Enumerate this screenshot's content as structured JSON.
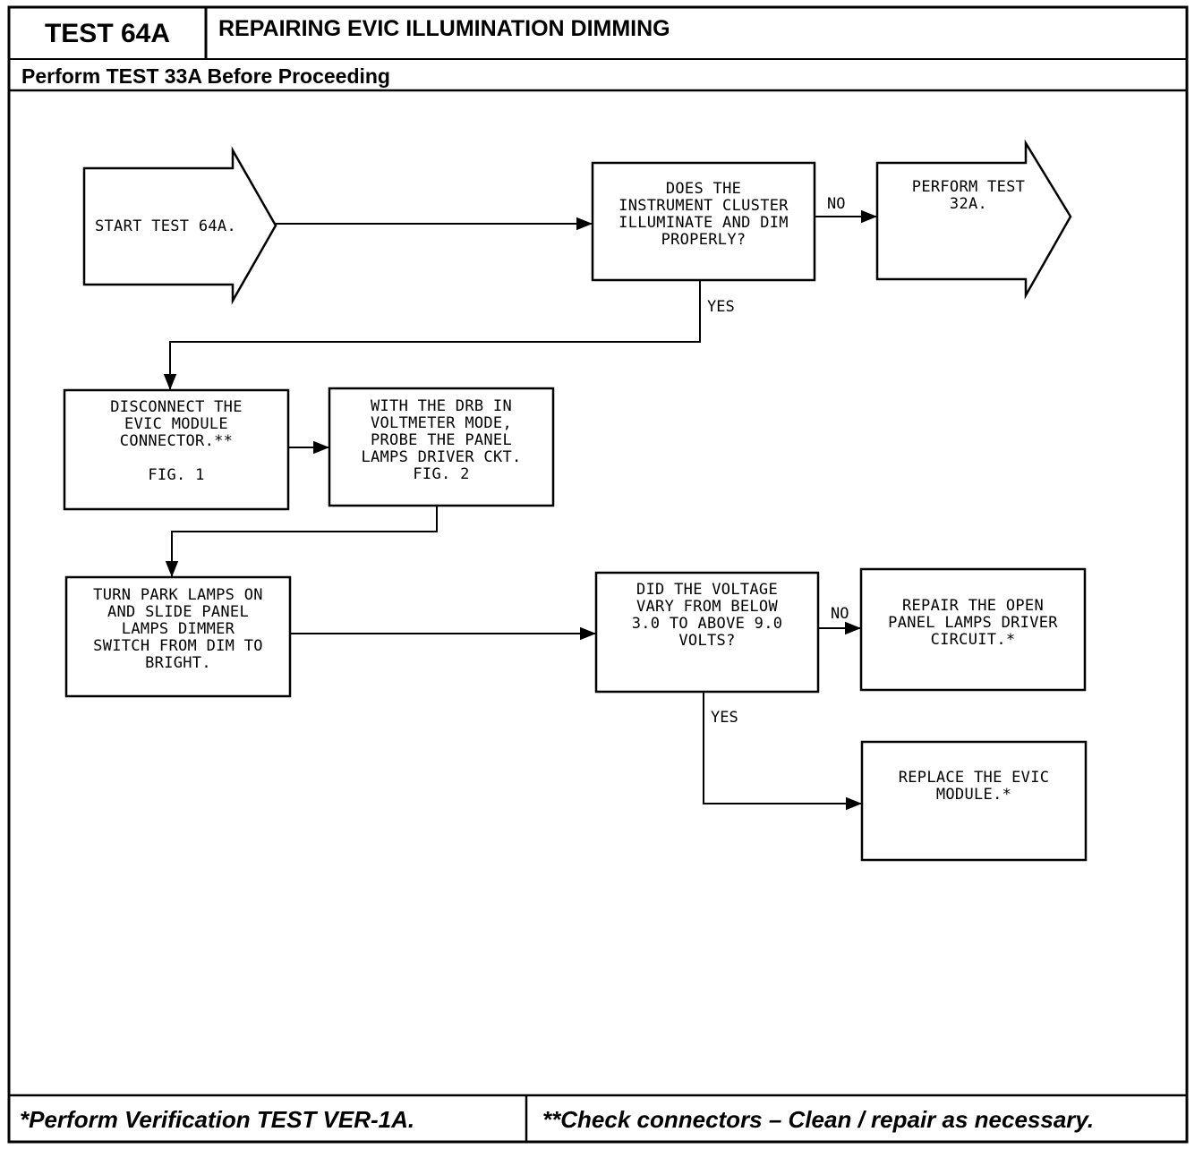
{
  "header": {
    "test_id": "TEST 64A",
    "title": "REPAIRING EVIC ILLUMINATION DIMMING",
    "prerequisite": "Perform TEST 33A Before Proceeding"
  },
  "flow": {
    "start": [
      "START TEST 64A."
    ],
    "q1": [
      "DOES THE",
      "INSTRUMENT CLUSTER",
      "ILLUMINATE AND DIM",
      "PROPERLY?"
    ],
    "q1_no_label": "NO",
    "q1_yes_label": "YES",
    "perform32": [
      "PERFORM TEST",
      "32A."
    ],
    "disconnect": [
      "DISCONNECT THE",
      "EVIC MODULE",
      "CONNECTOR.**",
      "",
      "FIG. 1"
    ],
    "probe": [
      "WITH THE DRB IN",
      "VOLTMETER MODE,",
      "PROBE THE PANEL",
      "LAMPS DRIVER CKT.",
      "FIG. 2"
    ],
    "turn": [
      "TURN PARK LAMPS ON",
      "AND SLIDE PANEL",
      "LAMPS DIMMER",
      "SWITCH FROM DIM TO",
      "BRIGHT."
    ],
    "q2": [
      "DID THE VOLTAGE",
      "VARY FROM BELOW",
      "3.0 TO ABOVE 9.0",
      "VOLTS?"
    ],
    "q2_no_label": "NO",
    "q2_yes_label": "YES",
    "repair": [
      "REPAIR THE OPEN",
      "PANEL LAMPS DRIVER",
      "CIRCUIT.*"
    ],
    "replace": [
      "REPLACE THE EVIC",
      "MODULE.*"
    ]
  },
  "footer": {
    "left": "*Perform Verification TEST VER-1A.",
    "right": "**Check connectors – Clean / repair as necessary."
  },
  "colors": {
    "ink": "#000000",
    "paper": "#ffffff"
  }
}
